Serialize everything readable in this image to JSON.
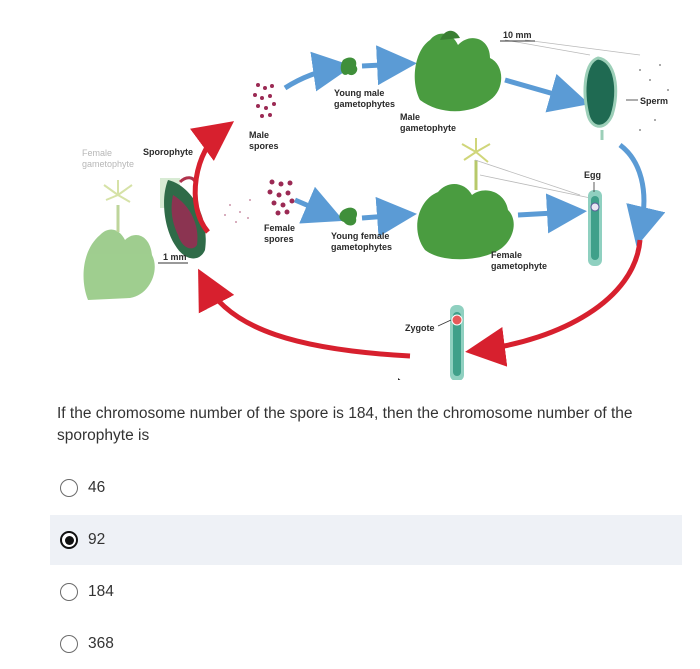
{
  "diagram": {
    "labels": {
      "female_gametophyte_left": "Female gametophyte",
      "sporophyte": "Sporophyte",
      "male_spores": "Male spores",
      "female_spores": "Female spores",
      "young_male_gametophytes": "Young male gametophytes",
      "male_gametophyte": "Male gametophyte",
      "young_female_gametophytes": "Young female gametophytes",
      "female_gametophyte": "Female gametophyte",
      "scale_10mm": "10 mm",
      "scale_1mm": "1 mm",
      "sperm": "Sperm",
      "egg": "Egg",
      "zygote": "Zygote"
    },
    "colors": {
      "haploid_arrow": "#5b9bd5",
      "diploid_arrow": "#d7202e",
      "plant_green": "#3f8f3a",
      "spore_color": "#9b2a54"
    }
  },
  "question": {
    "text": "If the chromosome number of the spore is 184, then the chromosome number of the sporophyte is"
  },
  "options": [
    {
      "label": "46",
      "selected": false
    },
    {
      "label": "92",
      "selected": true
    },
    {
      "label": "184",
      "selected": false
    },
    {
      "label": "368",
      "selected": false
    }
  ]
}
